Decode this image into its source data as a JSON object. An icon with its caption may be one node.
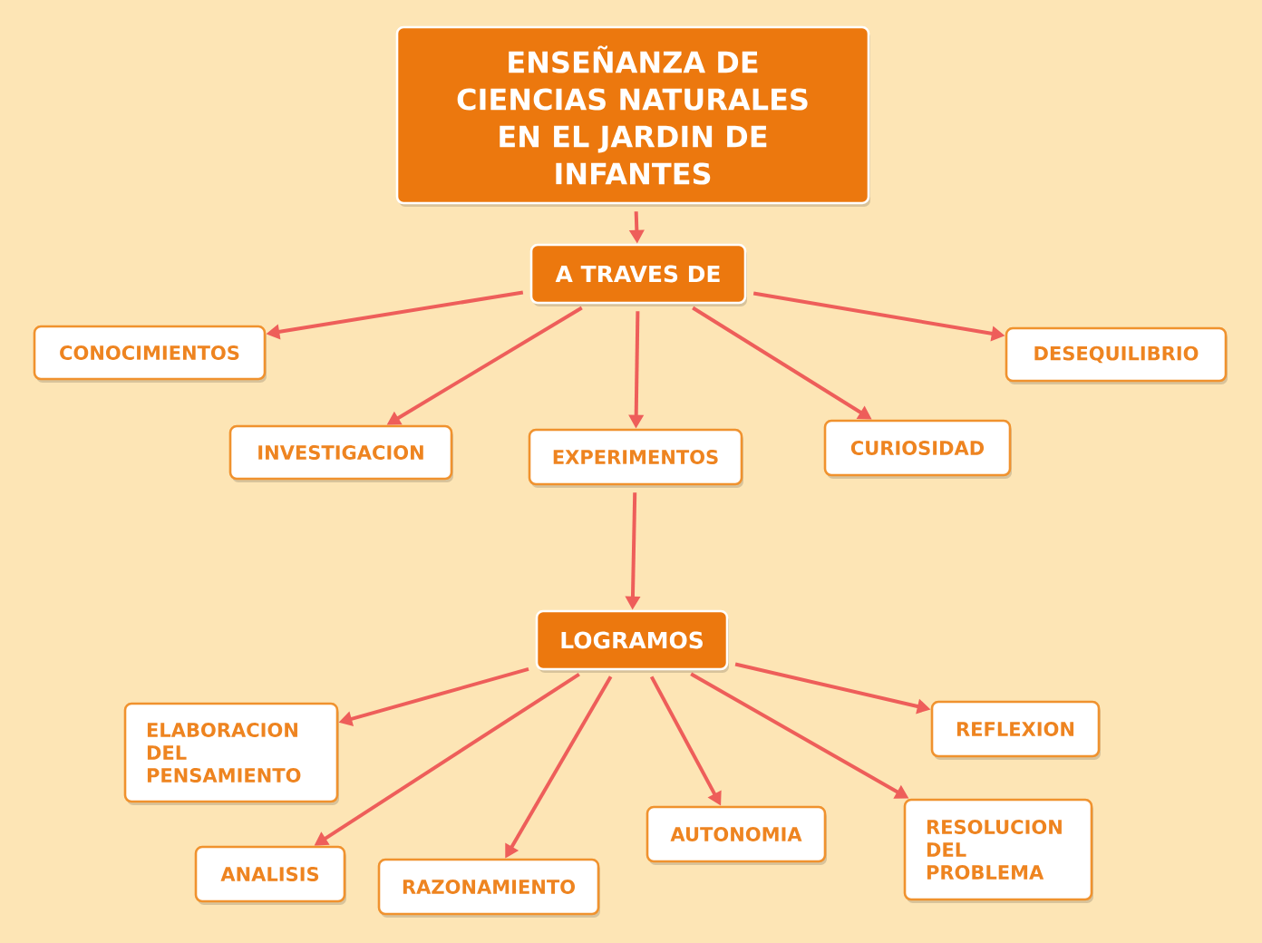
{
  "diagram": {
    "nodes": [
      {
        "text": [
          "ENSEÑANZA DE CIENCIAS NATURALES EN EL JARDIN DE INFANTES"
        ]
      },
      {
        "text": [
          "A TRAVES DE"
        ]
      },
      {
        "text": [
          "CONOCIMIENTOS"
        ]
      },
      {
        "text": [
          "DESEQUILIBRIO"
        ]
      },
      {
        "text": [
          "INVESTIGACION"
        ]
      },
      {
        "text": [
          "EXPERIMENTOS"
        ]
      },
      {
        "text": [
          "CURIOSIDAD"
        ]
      },
      {
        "text": [
          "LOGRAMOS"
        ]
      },
      {
        "text": [
          "ELABORACION DEL PENSAMIENTO"
        ]
      },
      {
        "text": [
          "REFLEXION"
        ]
      },
      {
        "text": [
          "RESOLUCION DEL PROBLEMA"
        ]
      },
      {
        "text": [
          "AUTONOMIA"
        ]
      },
      {
        "text": [
          "ANALISIS"
        ]
      },
      {
        "text": [
          "RAZONAMIENTO"
        ]
      }
    ],
    "edges": [
      {
        "from": 0,
        "to": 1,
        "arrow": "to"
      },
      {
        "from": 1,
        "to": 2,
        "arrow": "to"
      },
      {
        "from": 1,
        "to": 4,
        "arrow": "to"
      },
      {
        "from": 1,
        "to": 5,
        "arrow": "to"
      },
      {
        "from": 1,
        "to": 6,
        "arrow": "to"
      },
      {
        "from": 1,
        "to": 3,
        "arrow": "to"
      },
      {
        "from": 5,
        "to": 7,
        "arrow": "to"
      },
      {
        "from": 7,
        "to": 8,
        "arrow": "to"
      },
      {
        "from": 7,
        "to": 12,
        "arrow": "to"
      },
      {
        "from": 7,
        "to": 13,
        "arrow": "to"
      },
      {
        "from": 7,
        "to": 11,
        "arrow": "to"
      },
      {
        "from": 7,
        "to": 10,
        "arrow": "to"
      },
      {
        "from": 7,
        "to": 9,
        "arrow": "to"
      }
    ]
  }
}
